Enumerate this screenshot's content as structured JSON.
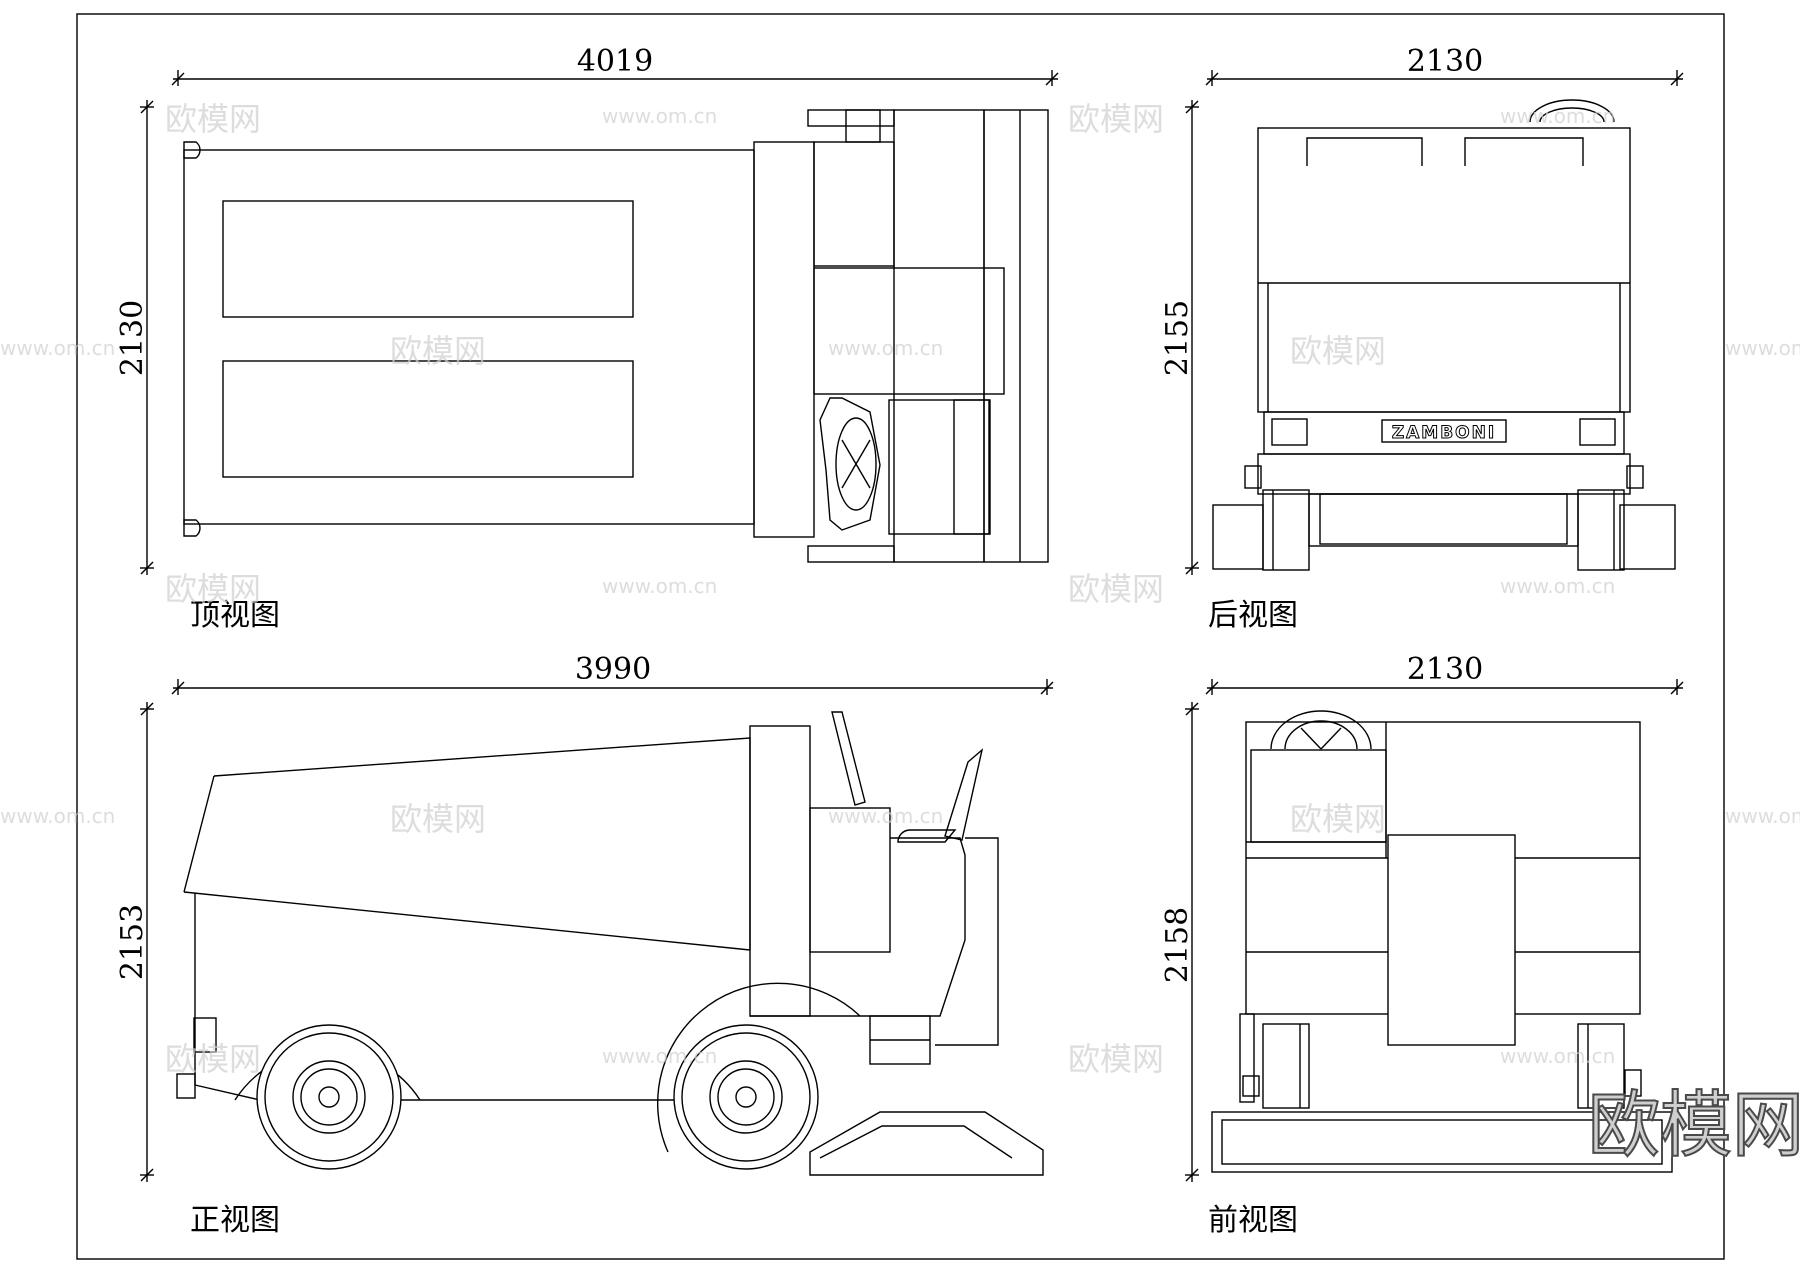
{
  "views": {
    "top": {
      "label": "顶视图",
      "width_dim": "4019",
      "height_dim": "2130"
    },
    "rear": {
      "label": "后视图",
      "width_dim": "2130",
      "height_dim": "2155",
      "brand": "ZAMBONI"
    },
    "side": {
      "label": "正视图",
      "width_dim": "3990",
      "height_dim": "2153"
    },
    "front": {
      "label": "前视图",
      "width_dim": "2130",
      "height_dim": "2158"
    }
  },
  "watermark": {
    "logo": "欧模网",
    "url": "www.om.cn"
  }
}
